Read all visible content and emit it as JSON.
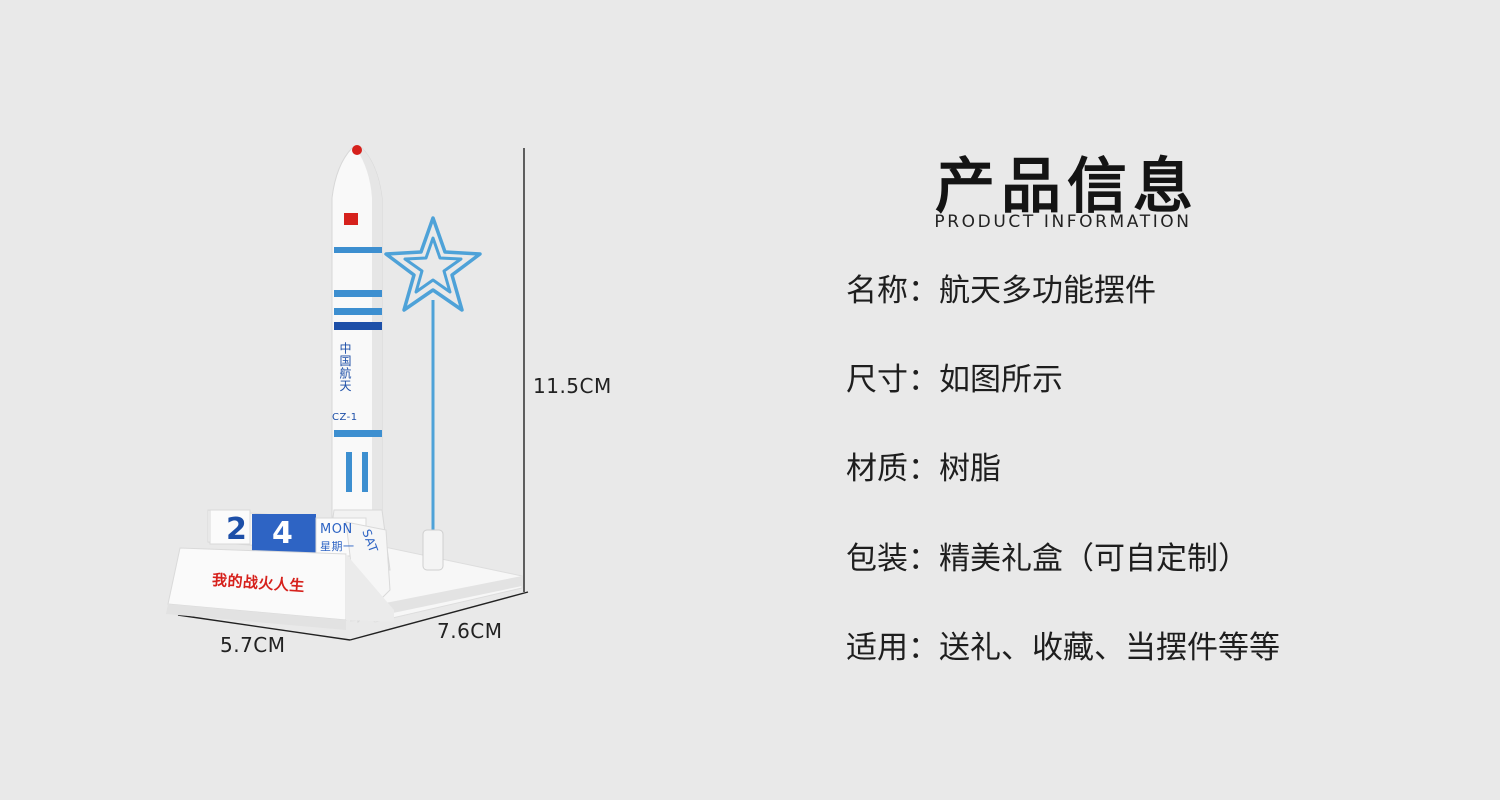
{
  "figure": {
    "dims": {
      "height": "11.5CM",
      "width": "5.7CM",
      "depth": "7.6CM"
    },
    "calendar": {
      "digit1": "2",
      "digit2": "4",
      "weekday_en": "MON",
      "weekday_cn": "星期一",
      "side_text": "SAT"
    },
    "rocket_text": {
      "line1": "中国航天",
      "code": "CZ-1"
    },
    "base_logo": "我的战火人生"
  },
  "info": {
    "title": "产品信息",
    "subtitle": "PRODUCT INFORMATION",
    "rows": [
      "名称：航天多功能摆件",
      "尺寸：如图所示",
      "材质：树脂",
      "包装：精美礼盒（可自定制）",
      "适用：送礼、收藏、当摆件等等"
    ]
  },
  "colors": {
    "background": "#e9e9e9",
    "rocket_blue": "#3d8fd0",
    "dark_blue": "#1d4fa8",
    "star_blue": "#4ea2d8",
    "flag_red": "#d6211c"
  }
}
